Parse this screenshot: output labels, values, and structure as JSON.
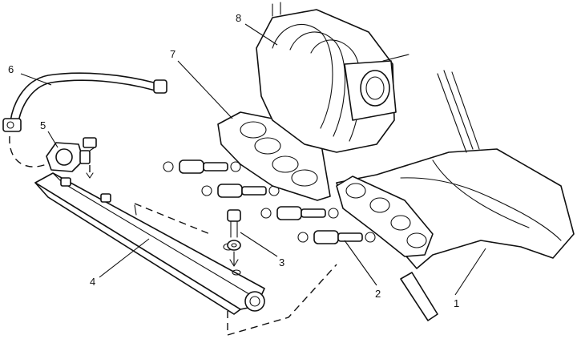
{
  "diagram": {
    "callouts": [
      {
        "label": "1",
        "part": "intake-manifold"
      },
      {
        "label": "2",
        "part": "fuel-injector"
      },
      {
        "label": "3",
        "part": "bolt-and-washer"
      },
      {
        "label": "4",
        "part": "fuel-rail"
      },
      {
        "label": "5",
        "part": "fuel-pressure-regulator"
      },
      {
        "label": "6",
        "part": "fuel-hose"
      },
      {
        "label": "7",
        "part": "gasket"
      },
      {
        "label": "8",
        "part": "upper-intake-plenum"
      }
    ]
  }
}
